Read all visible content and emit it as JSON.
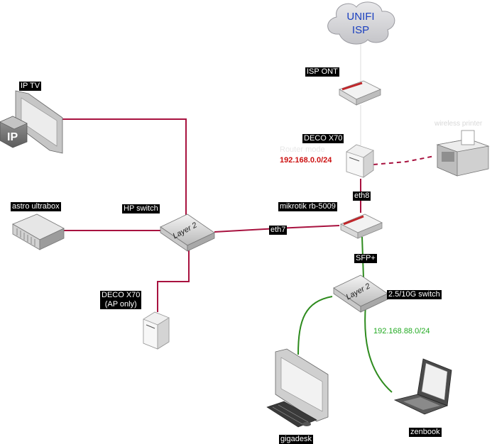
{
  "cloud": {
    "line1": "UNIFI",
    "line2": "ISP"
  },
  "labels": {
    "isp_ont": "ISP ONT",
    "deco_main": "DECO X70",
    "deco_router_text": "Router mode",
    "deco_subnet": "192.168.0.0/24",
    "wireless_printer": "wireless printer",
    "eth8": "eth8",
    "mikrotik": "mikrotik rb-5009",
    "eth7": "eth7",
    "sfp": "SFP+",
    "switch_10g": "2.5/10G switch",
    "lan_subnet": "192.168.88.0/24",
    "hp_switch": "HP switch",
    "ip_tv": "IP TV",
    "astro": "astro ultrabox",
    "deco_ap_line1": "DECO X70",
    "deco_ap_line2": "(AP only)",
    "gigadesk": "gigadesk",
    "zenbook": "zenbook"
  },
  "device_text": {
    "layer2": "Layer 2",
    "ip_badge": "IP"
  },
  "colors": {
    "wan_link": "#a8123f",
    "lan_green": "#2e8b1e",
    "subnet_red": "#cc1111",
    "subnet_green": "#22aa22",
    "cloud_text": "#1a3fbf"
  }
}
